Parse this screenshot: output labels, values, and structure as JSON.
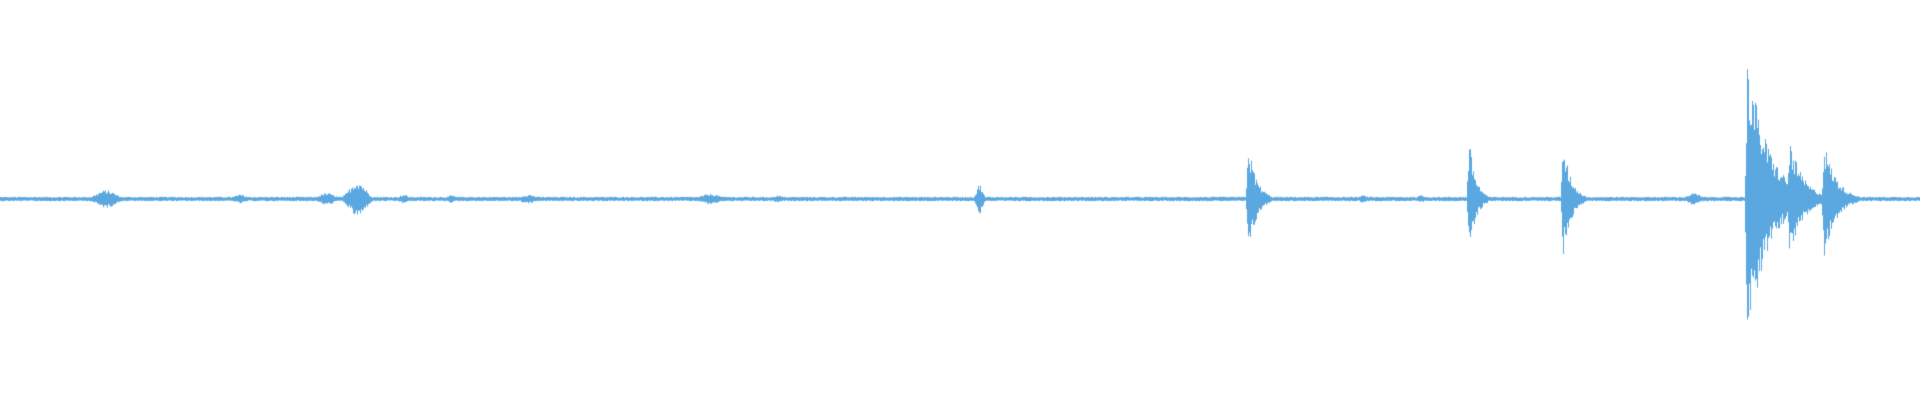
{
  "waveform": {
    "color": "#5ba8e0",
    "background": "#ffffff",
    "bursts": [
      {
        "position": 0.055,
        "amplitude": 0.06,
        "length": 0.012,
        "shape": "hump"
      },
      {
        "position": 0.125,
        "amplitude": 0.03,
        "length": 0.008,
        "shape": "hump"
      },
      {
        "position": 0.17,
        "amplitude": 0.04,
        "length": 0.01,
        "shape": "hump"
      },
      {
        "position": 0.186,
        "amplitude": 0.12,
        "length": 0.008,
        "shape": "spike"
      },
      {
        "position": 0.21,
        "amplitude": 0.03,
        "length": 0.006,
        "shape": "hump"
      },
      {
        "position": 0.235,
        "amplitude": 0.025,
        "length": 0.006,
        "shape": "hump"
      },
      {
        "position": 0.275,
        "amplitude": 0.03,
        "length": 0.01,
        "shape": "hump"
      },
      {
        "position": 0.37,
        "amplitude": 0.035,
        "length": 0.012,
        "shape": "hump"
      },
      {
        "position": 0.405,
        "amplitude": 0.025,
        "length": 0.006,
        "shape": "hump"
      },
      {
        "position": 0.51,
        "amplitude": 0.1,
        "length": 0.003,
        "shape": "spike"
      },
      {
        "position": 0.65,
        "amplitude": 0.38,
        "length": 0.012,
        "shape": "attack"
      },
      {
        "position": 0.71,
        "amplitude": 0.025,
        "length": 0.006,
        "shape": "hump"
      },
      {
        "position": 0.74,
        "amplitude": 0.025,
        "length": 0.006,
        "shape": "hump"
      },
      {
        "position": 0.765,
        "amplitude": 0.4,
        "length": 0.01,
        "shape": "attack"
      },
      {
        "position": 0.814,
        "amplitude": 0.38,
        "length": 0.012,
        "shape": "attack"
      },
      {
        "position": 0.882,
        "amplitude": 0.04,
        "length": 0.008,
        "shape": "hump"
      },
      {
        "position": 0.91,
        "amplitude": 0.98,
        "length": 0.03,
        "shape": "attack"
      },
      {
        "position": 0.932,
        "amplitude": 0.4,
        "length": 0.02,
        "shape": "attack"
      },
      {
        "position": 0.95,
        "amplitude": 0.38,
        "length": 0.018,
        "shape": "attack"
      }
    ],
    "noise_floor": 0.015
  }
}
